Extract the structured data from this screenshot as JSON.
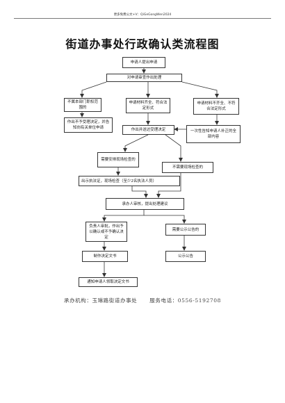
{
  "header": {
    "text": "更多免费公文+V：QiGeGongWen2024"
  },
  "title": "街道办事处行政确认类流程图",
  "boxes": {
    "apply": "申请人提出申请",
    "review": "对申请审查作出处理",
    "out_of_scope": "不属本部门职权范围的",
    "complete": "申请材料齐全、符合法定形式",
    "incomplete": "申请材料不齐全、不符合法定形式",
    "not_accepted": "作出不予受理决定，并告知向有关单位申请",
    "accept": "作出并送达受理决定",
    "notify_once": "一次性告知申请人补正的全部内容",
    "need_site": "需要安排现场检查的",
    "no_site": "不需要现场检查的",
    "site_check": "出示执法证，现场检查（至少2名执法人员）",
    "handler": "承办人审核，提出处理建议",
    "decision": "负责人审批，作出予以确认或不予确认决定",
    "need_public": "需要公示公告的",
    "make_doc": "制作决定文书",
    "publish": "公示公告",
    "notify_receive": "通知申请人领取决定文书"
  },
  "footer": {
    "org_label": "承办机构：",
    "org": "玉琳路街道办事处",
    "phone_label": "服务电话：",
    "phone": "0556-5192708"
  }
}
